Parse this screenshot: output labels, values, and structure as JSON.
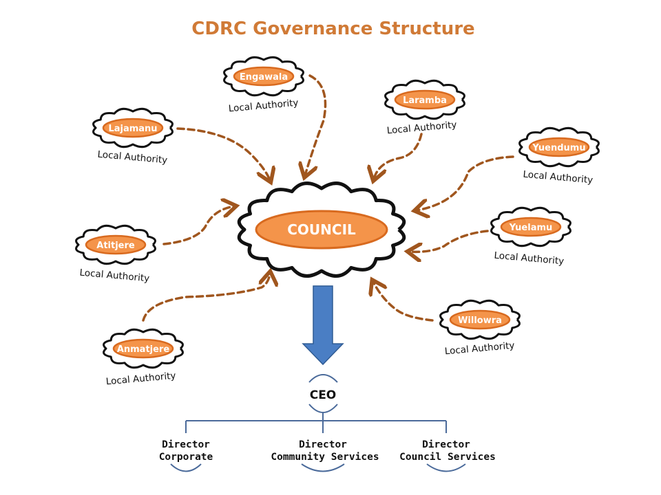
{
  "title": "CDRC Governance Structure",
  "colors": {
    "title": "#d07a36",
    "oval_fill": "#f4944a",
    "oval_stroke": "#d86a1f",
    "arrow": "#a0561e",
    "block_arrow": "#4a7ec4",
    "block_arrow_stroke": "#2f5b94",
    "org_line": "#4a6a9a"
  },
  "council": {
    "label": "COUNCIL"
  },
  "local_authorities": [
    {
      "name": "Engawala",
      "caption": "Local Authority"
    },
    {
      "name": "Laramba",
      "caption": "Local Authority"
    },
    {
      "name": "Lajamanu",
      "caption": "Local Authority"
    },
    {
      "name": "Yuendumu",
      "caption": "Local Authority"
    },
    {
      "name": "Atitjere",
      "caption": "Local Authority"
    },
    {
      "name": "Yuelamu",
      "caption": "Local Authority"
    },
    {
      "name": "Anmatjere",
      "caption": "Local Authority"
    },
    {
      "name": "Willowra",
      "caption": "Local Authority"
    }
  ],
  "ceo": {
    "label": "CEO"
  },
  "directors": [
    {
      "line1": "Director",
      "line2": "Corporate"
    },
    {
      "line1": "Director",
      "line2": "Community Services"
    },
    {
      "line1": "Director",
      "line2": "Council Services"
    }
  ]
}
